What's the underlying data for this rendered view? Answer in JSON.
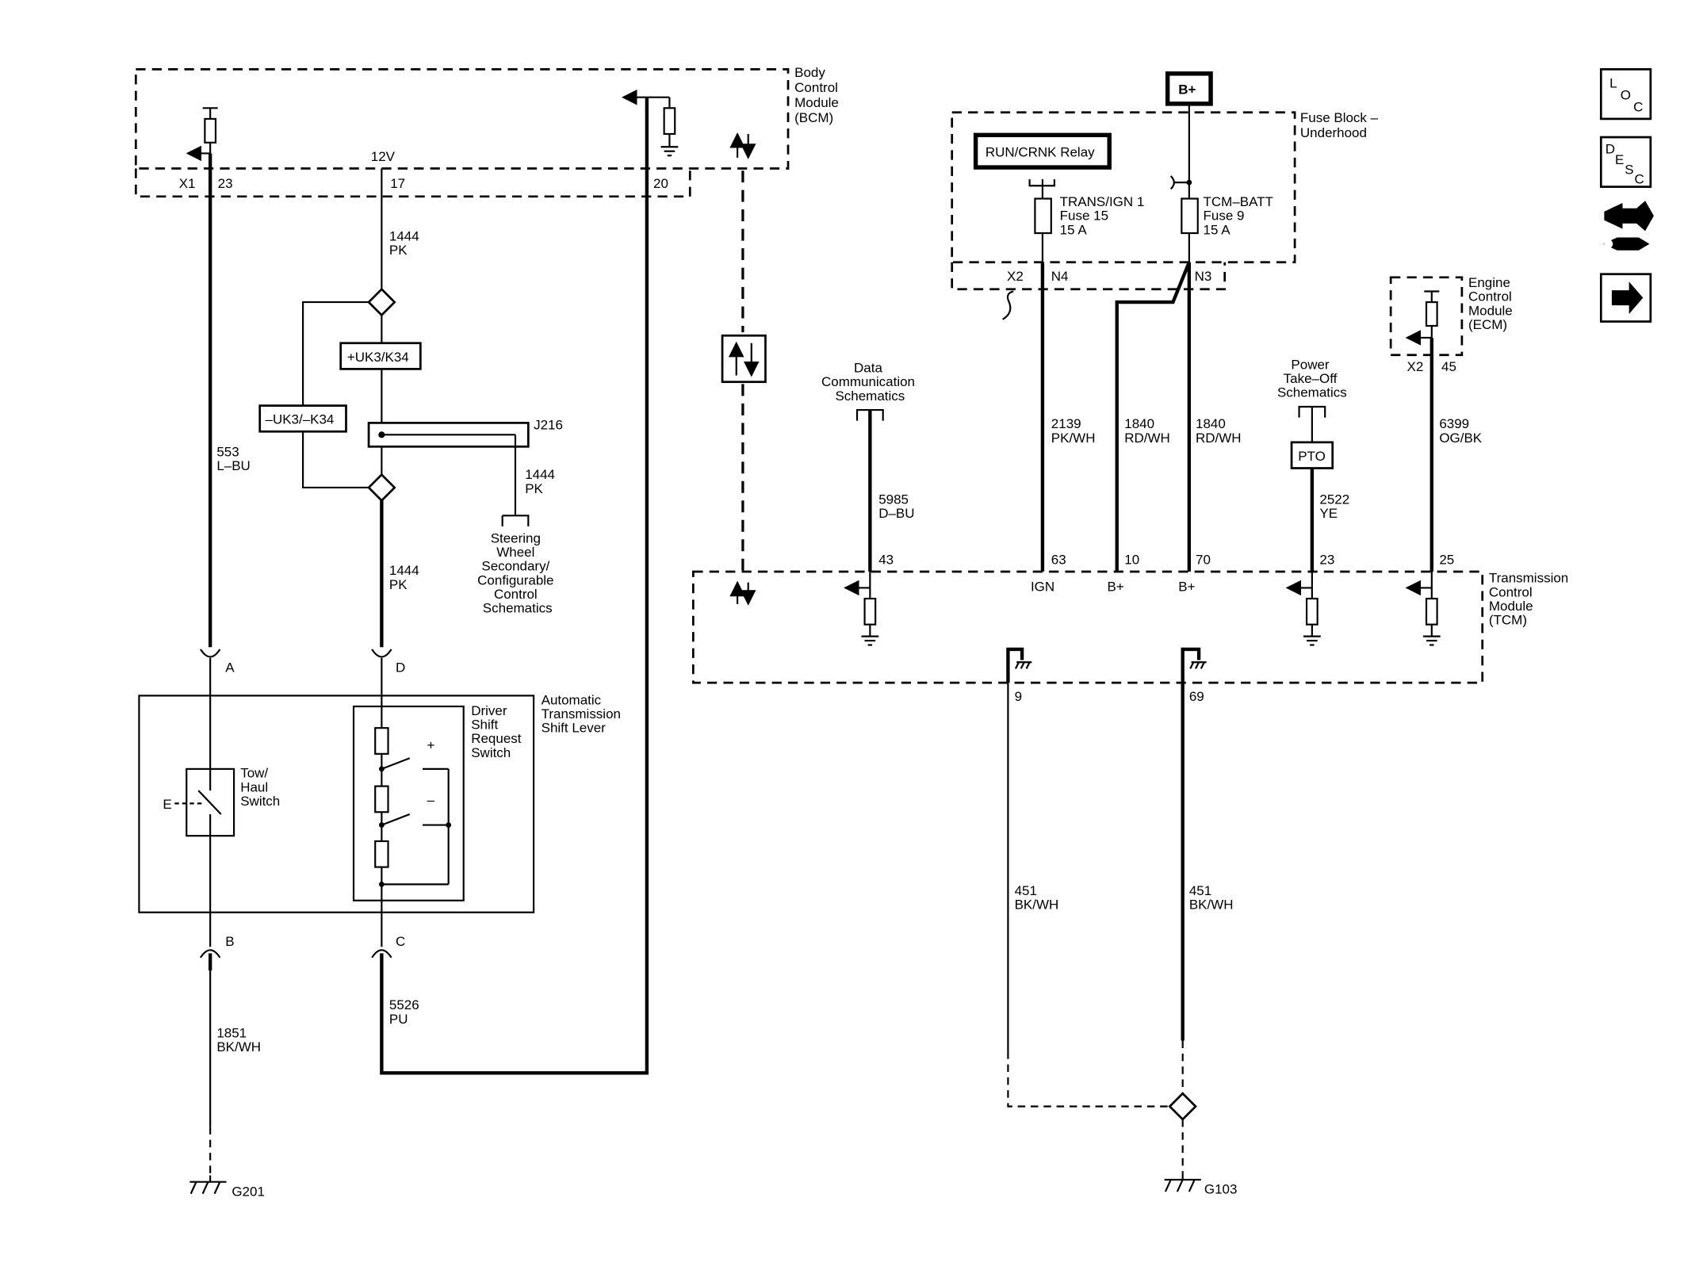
{
  "modules": {
    "bcm": [
      "Body",
      "Control",
      "Module",
      "(BCM)"
    ],
    "fuse_block": [
      "Fuse Block –",
      "Underhood"
    ],
    "ecm": [
      "Engine",
      "Control",
      "Module",
      "(ECM)"
    ],
    "tcm": [
      "Transmission",
      "Control",
      "Module",
      "(TCM)"
    ],
    "shift_lever": [
      "Automatic",
      "Transmission",
      "Shift Lever"
    ],
    "driver_switch": [
      "Driver",
      "Shift",
      "Request",
      "Switch"
    ],
    "tow_haul": [
      "Tow/",
      "Haul",
      "Switch"
    ]
  },
  "bcm_pins": {
    "x1": "X1",
    "p23": "23",
    "p17": "17",
    "p20": "20",
    "v12": "12V"
  },
  "fuses": {
    "b_plus": "B+",
    "relay": "RUN/CRNK Relay",
    "f15": [
      "TRANS/IGN 1",
      "Fuse 15",
      "15 A"
    ],
    "f9": [
      "TCM–BATT",
      "Fuse 9",
      "15 A"
    ],
    "x2": "X2",
    "n4": "N4",
    "n3": "N3"
  },
  "options": {
    "uk3_k34": "+UK3/K34",
    "no_uk3_k34": "–UK3/–K34"
  },
  "splice": {
    "j216": "J216"
  },
  "refs": {
    "steering": [
      "Steering",
      "Wheel",
      "Secondary/",
      "Configurable",
      "Control",
      "Schematics"
    ],
    "data_comm": [
      "Data",
      "Communication",
      "Schematics"
    ],
    "pto_ref": [
      "Power",
      "Take–Off",
      "Schematics"
    ],
    "pto": "PTO"
  },
  "wires": {
    "w553": [
      "553",
      "L–BU"
    ],
    "w1444a": [
      "1444",
      "PK"
    ],
    "w1444b": [
      "1444",
      "PK"
    ],
    "w1444c": [
      "1444",
      "PK"
    ],
    "w1851": [
      "1851",
      "BK/WH"
    ],
    "w5526": [
      "5526",
      "PU"
    ],
    "w5985": [
      "5985",
      "D–BU"
    ],
    "w2139": [
      "2139",
      "PK/WH"
    ],
    "w1840a": [
      "1840",
      "RD/WH"
    ],
    "w1840b": [
      "1840",
      "RD/WH"
    ],
    "w2522": [
      "2522",
      "YE"
    ],
    "w6399": [
      "6399",
      "OG/BK"
    ],
    "w451a": [
      "451",
      "BK/WH"
    ],
    "w451b": [
      "451",
      "BK/WH"
    ]
  },
  "connectors": {
    "a": "A",
    "b": "B",
    "c": "C",
    "d": "D"
  },
  "shift_symbols": {
    "plus": "+",
    "minus": "–",
    "e": "E"
  },
  "tcm_pins": {
    "p43": "43",
    "p63": "63",
    "p10": "10",
    "p70": "70",
    "p23": "23",
    "p25": "25",
    "ign": "IGN",
    "bplus1": "B+",
    "bplus2": "B+",
    "p9": "9",
    "p69": "69"
  },
  "ecm_pins": {
    "x2": "X2",
    "p45": "45"
  },
  "grounds": {
    "g201": "G201",
    "g103": "G103"
  },
  "nav": {
    "loc": [
      "L",
      "O",
      "C"
    ],
    "desc": [
      "D",
      "E",
      "S",
      "C"
    ],
    "connector_icon": "connector-icon",
    "next_icon": "arrow-right-icon"
  }
}
